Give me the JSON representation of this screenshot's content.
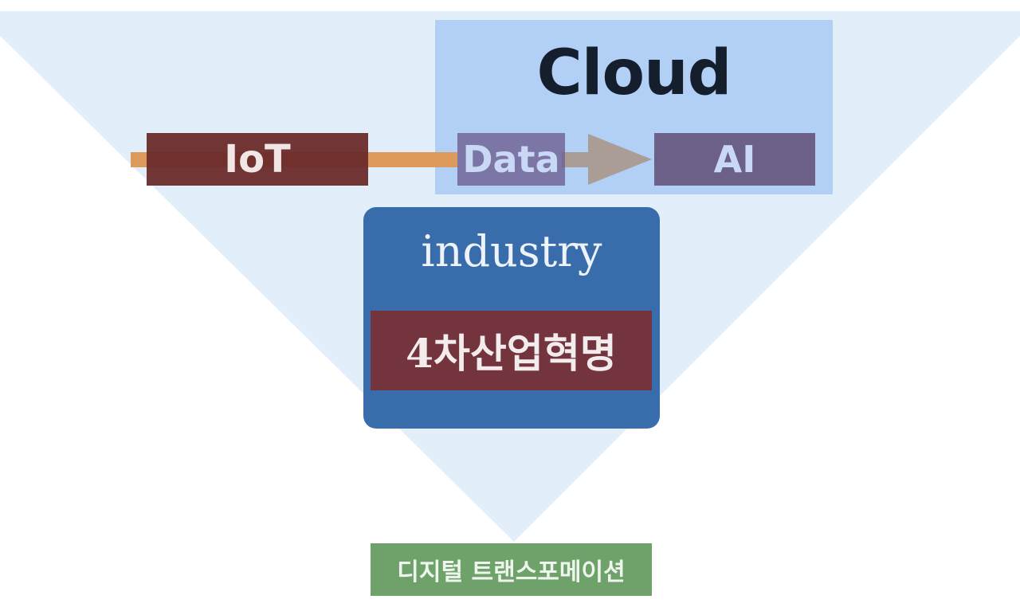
{
  "diagram": {
    "cloud": {
      "title": "Cloud"
    },
    "flow": {
      "iot": "IoT",
      "data": "Data",
      "ai": "AI"
    },
    "industry": {
      "label": "industry",
      "revolution": "4차산업혁명"
    },
    "transformation": "디지털 트랜스포메이션"
  }
}
